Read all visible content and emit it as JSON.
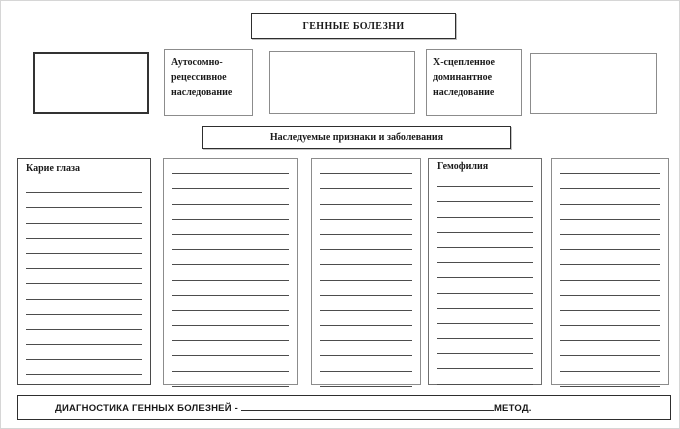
{
  "page": {
    "background": "#ffffff",
    "ink": "#1a1a1a",
    "border_gray": "#8c8c8c",
    "border_dark": "#2e2e2e"
  },
  "header": {
    "title": "ГЕННЫЕ БОЛЕЗНИ"
  },
  "inheritance_row": {
    "boxes": [
      {
        "label": ""
      },
      {
        "label": "Аутосомно-рецессивное наследование"
      },
      {
        "label": ""
      },
      {
        "label": "Х-сцепленное доминантное наследование"
      },
      {
        "label": ""
      }
    ]
  },
  "banner": {
    "title": "Наследуемые признаки и заболевания"
  },
  "traits": {
    "columns": [
      {
        "title": "Карие глаза",
        "blank_lines": 13
      },
      {
        "title": "",
        "blank_lines": 15
      },
      {
        "title": "",
        "blank_lines": 15
      },
      {
        "title": "Гемофилия",
        "blank_lines": 14
      },
      {
        "title": "",
        "blank_lines": 15
      }
    ]
  },
  "footer": {
    "label": "ДИАГНОСТИКА ГЕННЫХ БОЛЕЗНЕЙ -",
    "suffix": "МЕТОД."
  }
}
